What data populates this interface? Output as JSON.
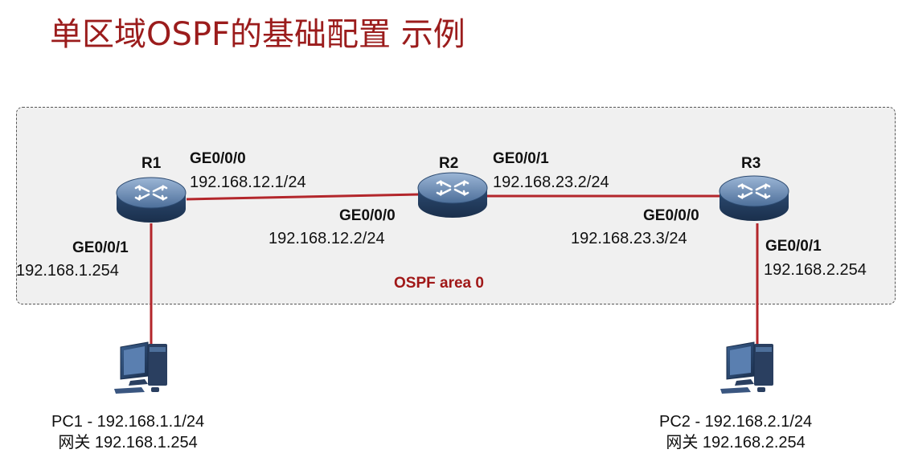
{
  "title": "单区域OSPF的基础配置 示例",
  "area_label": "OSPF area 0",
  "colors": {
    "title": "#9b1c1c",
    "link": "#b3262b",
    "area_bg": "#f0f0f0",
    "router": "#2b4e78"
  },
  "routers": [
    {
      "name": "R1",
      "icon": "router-icon"
    },
    {
      "name": "R2",
      "icon": "router-icon"
    },
    {
      "name": "R3",
      "icon": "router-icon"
    }
  ],
  "interfaces": {
    "r1_ge000": {
      "port": "GE0/0/0",
      "ip": "192.168.12.1/24"
    },
    "r1_ge001": {
      "port": "GE0/0/1",
      "ip": "192.168.1.254"
    },
    "r2_ge000": {
      "port": "GE0/0/0",
      "ip": "192.168.12.2/24"
    },
    "r2_ge001": {
      "port": "GE0/0/1",
      "ip": "192.168.23.2/24"
    },
    "r3_ge000": {
      "port": "GE0/0/0",
      "ip": "192.168.23.3/24"
    },
    "r3_ge001": {
      "port": "GE0/0/1",
      "ip": "192.168.2.254"
    }
  },
  "pcs": [
    {
      "line1": "PC1 - 192.168.1.1/24",
      "line2": "网关 192.168.1.254",
      "icon": "pc-icon"
    },
    {
      "line1": "PC2 - 192.168.2.1/24",
      "line2": "网关 192.168.2.254",
      "icon": "pc-icon"
    }
  ]
}
